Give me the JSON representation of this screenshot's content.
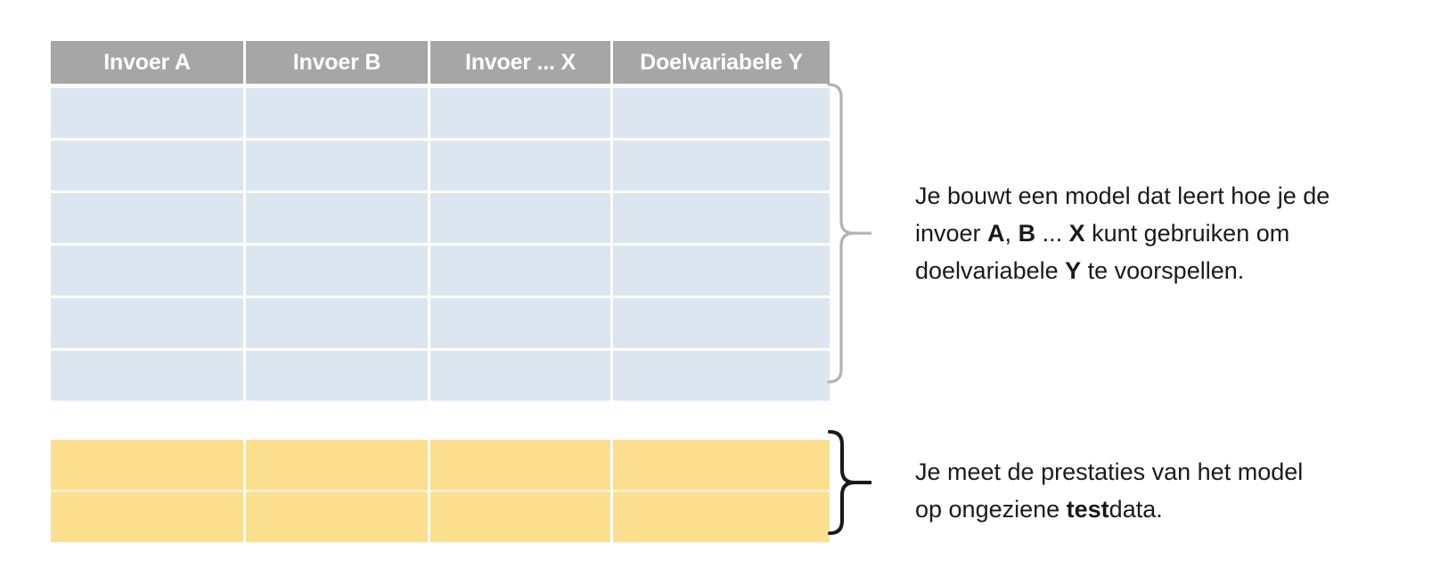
{
  "diagram": {
    "title": "Train/test data split diagram",
    "colors": {
      "header_gray": "#a6a6a6",
      "training_blue": "#dce6f1",
      "test_yellow": "#fbdf8f",
      "training_brace": "#b3b3b3",
      "test_brace": "#1a1a1a",
      "text": "#1a1a1a",
      "gridline": "#ffffff",
      "background": "#ffffff"
    },
    "training_table": {
      "name": "training-data-table",
      "columns": [
        {
          "label": "Invoer A"
        },
        {
          "label": "Invoer B"
        },
        {
          "label": "Invoer ... X"
        },
        {
          "label": "Doelvariabele Y"
        }
      ],
      "row_count": 6,
      "cells": [
        [
          "",
          "",
          "",
          ""
        ],
        [
          "",
          "",
          "",
          ""
        ],
        [
          "",
          "",
          "",
          ""
        ],
        [
          "",
          "",
          "",
          ""
        ],
        [
          "",
          "",
          "",
          ""
        ],
        [
          "",
          "",
          "",
          ""
        ]
      ]
    },
    "test_table": {
      "name": "test-data-table",
      "row_count": 2,
      "cells": [
        [
          "",
          "",
          "",
          ""
        ],
        [
          "",
          "",
          "",
          ""
        ]
      ]
    },
    "training_annotation": {
      "line1_a": "Je bouwt een model dat leert hoe je de",
      "line2_a": "invoer ",
      "line2_b1": "A",
      "line2_c": ", ",
      "line2_b2": "B",
      "line2_d": " ... ",
      "line2_b3": "X",
      "line2_e": " kunt gebruiken om",
      "line3_a": "doelvariabele ",
      "line3_b1": "Y",
      "line3_c": " te voorspellen."
    },
    "test_annotation": {
      "line1_a": "Je meet de prestaties van het model",
      "line2_a": "op ongeziene ",
      "line2_b1": "test",
      "line2_c": "data."
    }
  }
}
